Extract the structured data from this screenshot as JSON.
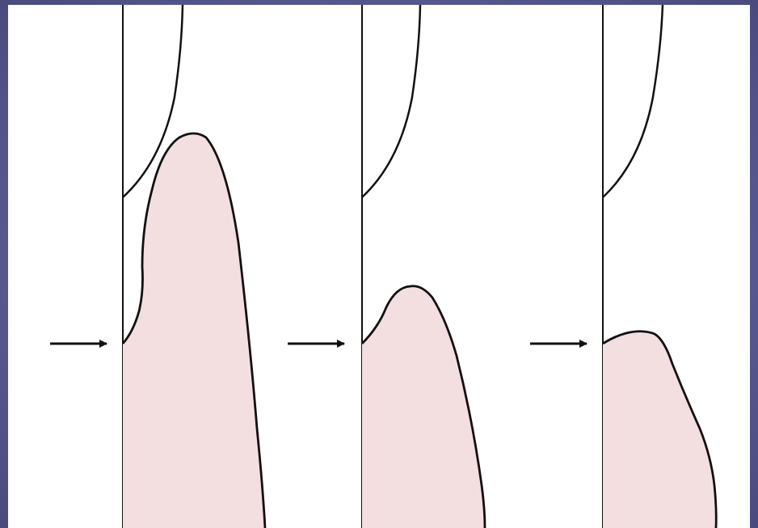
{
  "figure": {
    "panels": [
      {
        "id": "panel-1"
      },
      {
        "id": "panel-2"
      },
      {
        "id": "panel-3"
      }
    ]
  },
  "colors": {
    "slide_background": "#5b5b94",
    "diagram_background": "#ffffff",
    "gingiva_fill": "#f3dfe0",
    "outline": "#111111"
  }
}
